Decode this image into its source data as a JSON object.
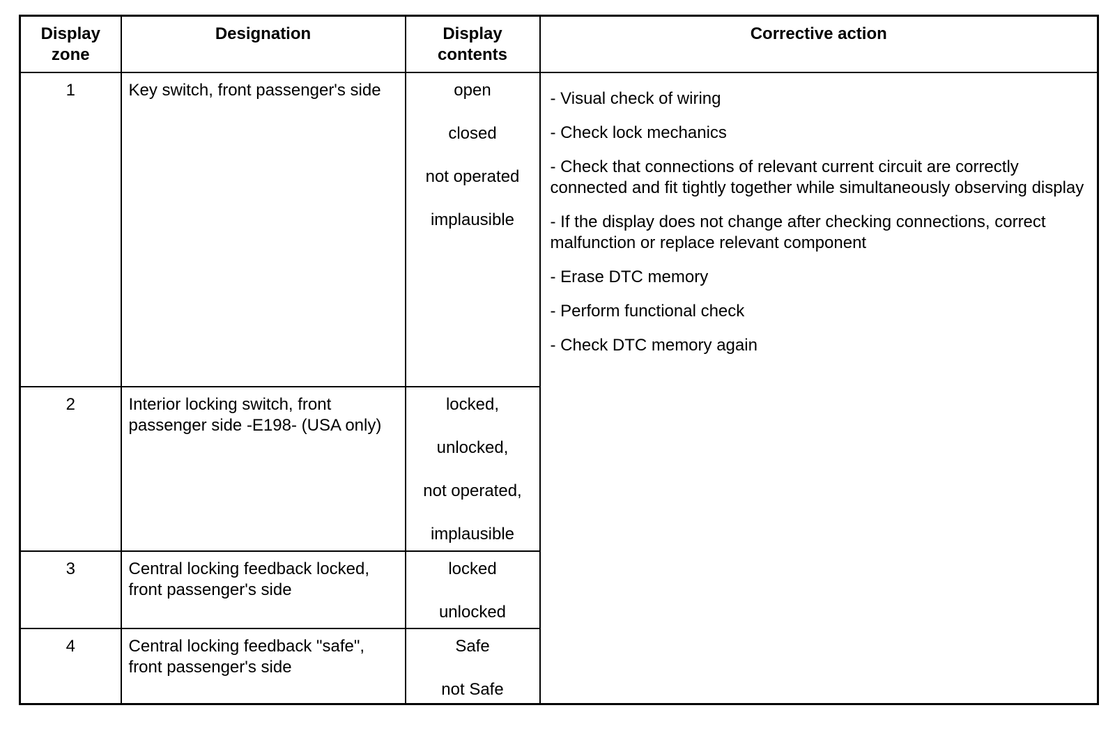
{
  "table": {
    "headers": [
      "Display\nzone",
      "Designation",
      "Display\ncontents",
      "Corrective action"
    ],
    "rows": [
      {
        "zone": "1",
        "designation": "Key switch, front passenger's side",
        "contents": [
          "open",
          "closed",
          "not operated",
          "implausible"
        ]
      },
      {
        "zone": "2",
        "designation": "Interior locking switch, front passenger side -E198- (USA only)",
        "contents": [
          "locked,",
          "unlocked,",
          "not operated,",
          "implausible"
        ]
      },
      {
        "zone": "3",
        "designation": "Central locking feedback locked, front passenger's side",
        "contents": [
          "locked",
          "unlocked"
        ]
      },
      {
        "zone": "4",
        "designation": "Central locking feedback \"safe\", front passenger's side",
        "contents": [
          "Safe",
          "not Safe"
        ]
      }
    ],
    "corrective_actions": [
      "- Visual check of wiring",
      "- Check lock mechanics",
      "- Check that connections of relevant current circuit are correctly connected and fit tightly together while simultaneously observing display",
      "- If the display does not change after checking connections, correct malfunction or replace relevant component",
      "- Erase DTC memory",
      "- Perform functional check",
      "- Check DTC memory again"
    ]
  }
}
